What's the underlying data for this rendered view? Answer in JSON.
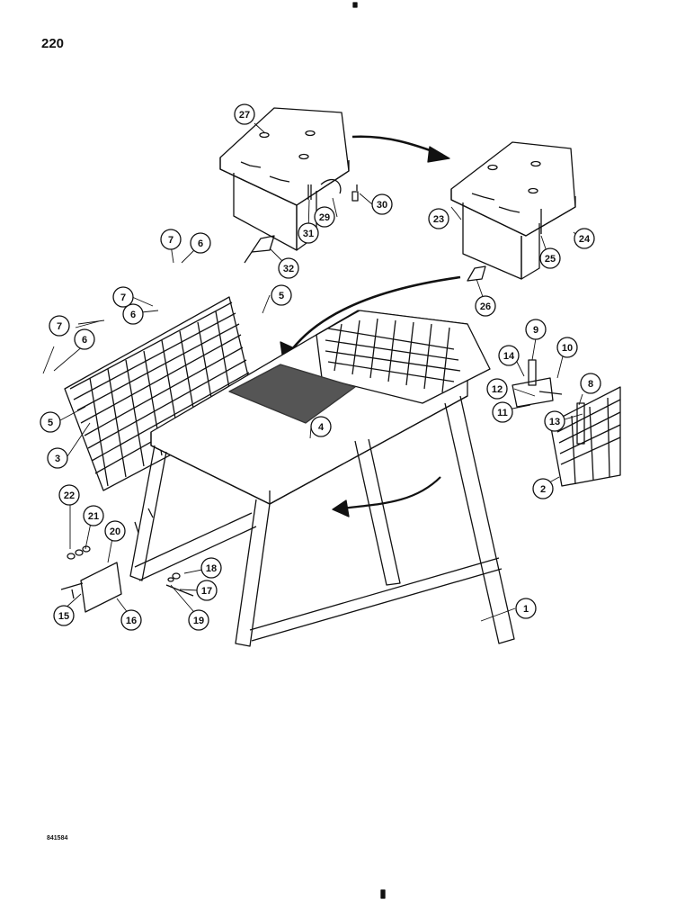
{
  "page": {
    "number": "220",
    "drawing_code": "841584"
  },
  "callouts": [
    {
      "id": "1"
    },
    {
      "id": "2"
    },
    {
      "id": "3"
    },
    {
      "id": "4"
    },
    {
      "id": "5a",
      "label": "5"
    },
    {
      "id": "5b",
      "label": "5"
    },
    {
      "id": "6a",
      "label": "6"
    },
    {
      "id": "6b",
      "label": "6"
    },
    {
      "id": "6c",
      "label": "6"
    },
    {
      "id": "7a",
      "label": "7"
    },
    {
      "id": "7b",
      "label": "7"
    },
    {
      "id": "7c",
      "label": "7"
    },
    {
      "id": "8"
    },
    {
      "id": "9"
    },
    {
      "id": "10"
    },
    {
      "id": "11"
    },
    {
      "id": "12"
    },
    {
      "id": "13"
    },
    {
      "id": "14"
    },
    {
      "id": "15"
    },
    {
      "id": "16"
    },
    {
      "id": "17"
    },
    {
      "id": "18"
    },
    {
      "id": "19"
    },
    {
      "id": "20"
    },
    {
      "id": "21"
    },
    {
      "id": "22"
    },
    {
      "id": "23"
    },
    {
      "id": "24"
    },
    {
      "id": "25"
    },
    {
      "id": "26"
    },
    {
      "id": "27"
    },
    {
      "id": "29"
    },
    {
      "id": "30"
    },
    {
      "id": "31"
    },
    {
      "id": "32"
    }
  ]
}
